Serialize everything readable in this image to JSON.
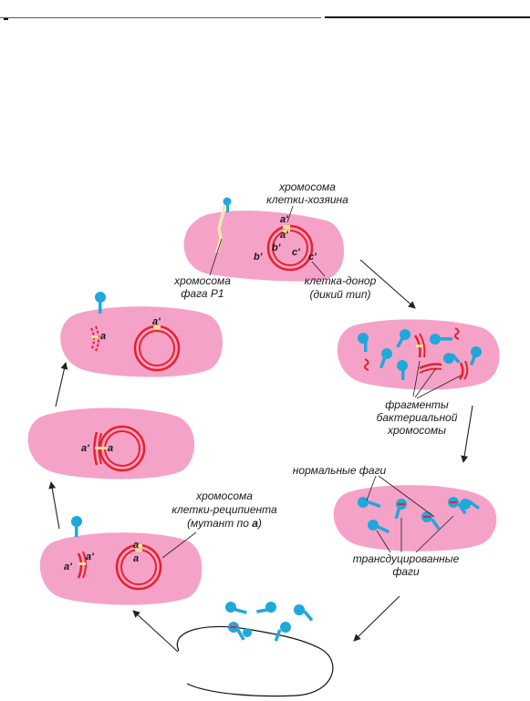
{
  "labels": {
    "host_chromosome_1": "хромосома",
    "host_chromosome_2": "клетки-хозяина",
    "phage_chromosome_1": "хромосома",
    "phage_chromosome_2": "фага Р1",
    "donor_1": "клетка-донор",
    "donor_2": "(дикий тип)",
    "fragments_1": "фрагменты",
    "fragments_2": "бактериальной",
    "fragments_3": "хромосомы",
    "normal_phages": "нормальные фаги",
    "transduced_1": "трансдуцированные",
    "transduced_2": "фаги",
    "recipient_1": "хромосома",
    "recipient_2": "клетки-реципиента",
    "recipient_3_pre": "(мутант по ",
    "recipient_3_gene": "a",
    "recipient_3_post": ")"
  },
  "genes": {
    "a_prime": "a'",
    "b_prime": "b'",
    "c_prime": "c'",
    "a": "a"
  },
  "colors": {
    "cell": "#f5a2c8",
    "chromosome": "#e8202a",
    "phage": "#1fa8dc",
    "gene_mark": "#f5e08a",
    "arrow": "#222222"
  }
}
